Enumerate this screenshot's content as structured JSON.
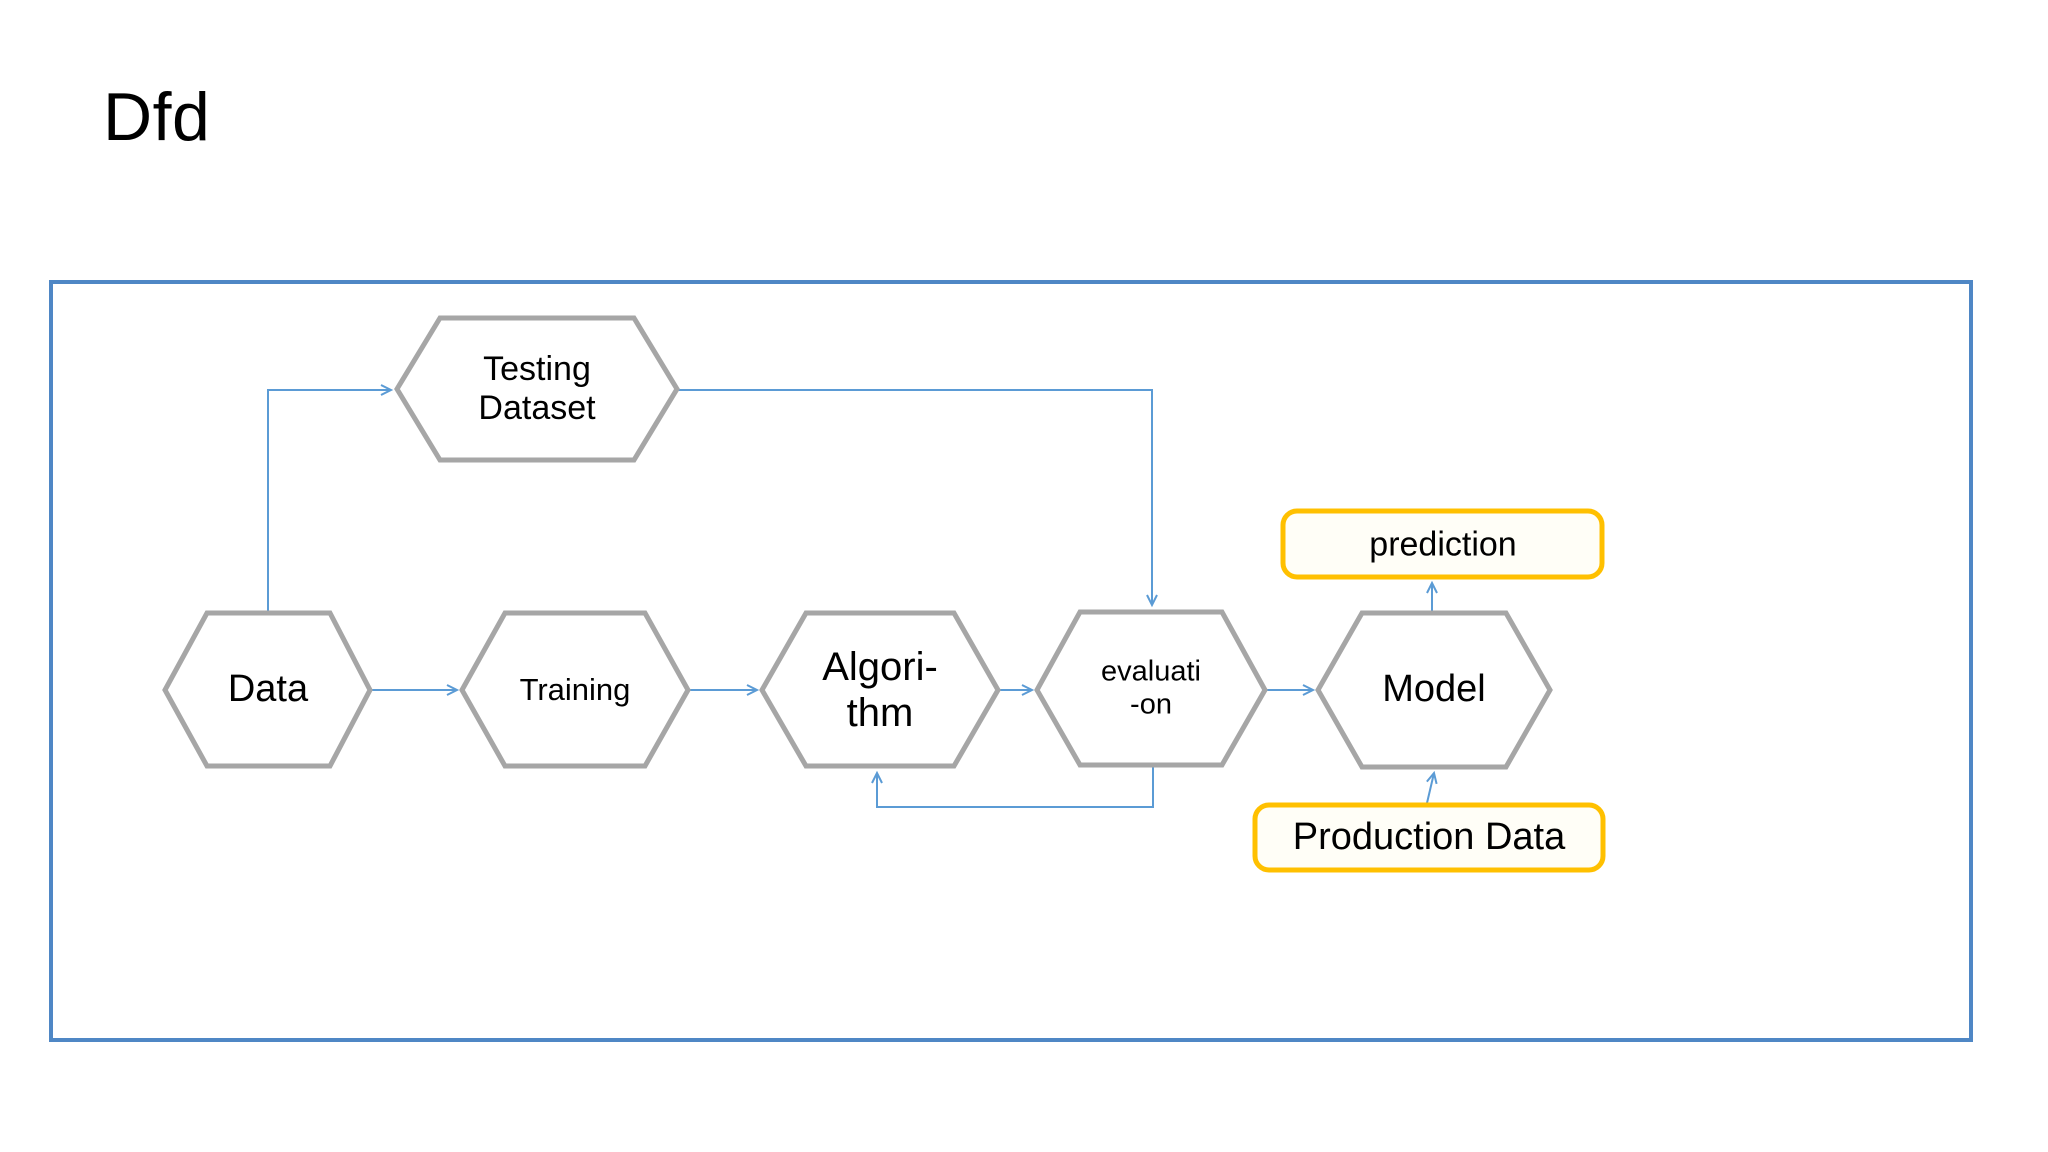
{
  "title": "Dfd",
  "colors": {
    "accent_blue": "#5B9BD5",
    "frame_blue": "#4F87C5",
    "node_gray": "#A6A6A6",
    "highlight_yellow": "#FFC000",
    "text_color": "#000000"
  },
  "nodes": {
    "testing_dataset": {
      "label": "Testing\nDataset",
      "shape": "hexagon"
    },
    "data": {
      "label": "Data",
      "shape": "hexagon"
    },
    "training": {
      "label": "Training",
      "shape": "hexagon"
    },
    "algorithm": {
      "label": "Algori-\nthm",
      "shape": "hexagon"
    },
    "evaluation": {
      "label": "evaluati\n-on",
      "shape": "hexagon"
    },
    "model": {
      "label": "Model",
      "shape": "hexagon"
    },
    "prediction": {
      "label": "prediction",
      "shape": "rounded-rect"
    },
    "production_data": {
      "label": "Production Data",
      "shape": "rounded-rect"
    }
  },
  "edges": [
    {
      "from": "data",
      "to": "training"
    },
    {
      "from": "training",
      "to": "algorithm"
    },
    {
      "from": "algorithm",
      "to": "evaluation"
    },
    {
      "from": "evaluation",
      "to": "model"
    },
    {
      "from": "data",
      "to": "testing_dataset"
    },
    {
      "from": "testing_dataset",
      "to": "evaluation"
    },
    {
      "from": "evaluation",
      "to": "algorithm"
    },
    {
      "from": "model",
      "to": "prediction"
    },
    {
      "from": "production_data",
      "to": "model"
    }
  ]
}
